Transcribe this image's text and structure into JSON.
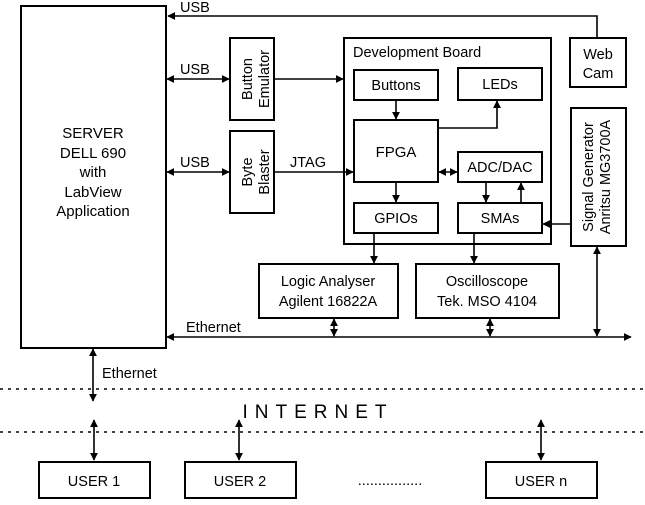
{
  "server": {
    "line1": "SERVER",
    "line2": "DELL 690",
    "line3": "with",
    "line4": "LabView",
    "line5": "Application"
  },
  "button_emulator": {
    "line1": "Button",
    "line2": "Emulator"
  },
  "byte_blaster": {
    "line1": "Byte",
    "line2": "Blaster"
  },
  "dev_board": {
    "title": "Development Board",
    "buttons": "Buttons",
    "leds": "LEDs",
    "fpga": "FPGA",
    "adc_dac": "ADC/DAC",
    "gpios": "GPIOs",
    "smas": "SMAs"
  },
  "webcam": {
    "line1": "Web",
    "line2": "Cam"
  },
  "signal_generator": {
    "line1": "Signal Generator",
    "line2": "Anritsu MG3700A"
  },
  "logic_analyser": {
    "line1": "Logic Analyser",
    "line2": "Agilent 16822A"
  },
  "oscilloscope": {
    "line1": "Oscilloscope",
    "line2": "Tek. MSO 4104"
  },
  "labels": {
    "usb_top": "USB",
    "usb_button": "USB",
    "usb_byte": "USB",
    "jtag": "JTAG",
    "ethernet_bus": "Ethernet",
    "ethernet_server": "Ethernet",
    "internet": "INTERNET",
    "ellipsis": "................"
  },
  "users": [
    "USER 1",
    "USER 2",
    "USER n"
  ]
}
